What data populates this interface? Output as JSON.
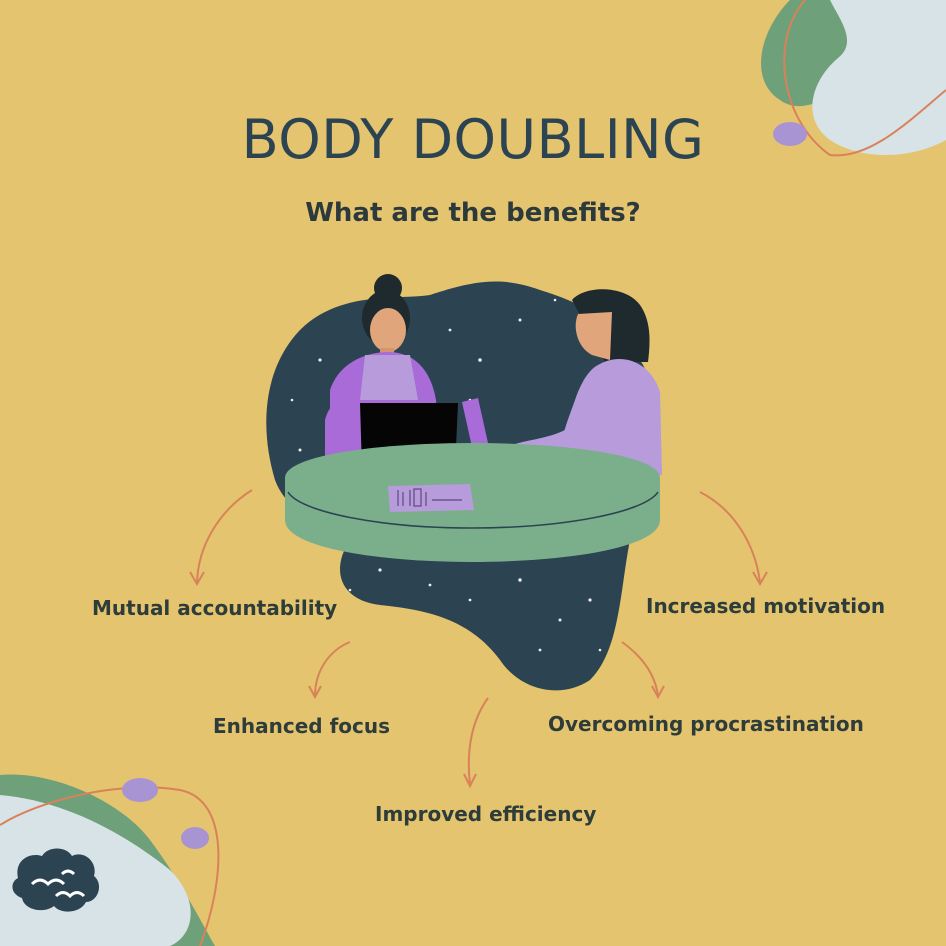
{
  "title": "BODY DOUBLING",
  "subtitle": "What are the benefits?",
  "benefits": [
    "Mutual accountability",
    "Increased motivation",
    "Enhanced focus",
    "Overcoming procrastination",
    "Improved efficiency"
  ],
  "colors": {
    "background": "#E4C46F",
    "navy": "#2C4452",
    "green": "#6EA07A",
    "light_blue": "#D8E3E8",
    "lavender": "#A893D3",
    "purple": "#A86BD8",
    "arrow": "#D9825A"
  },
  "icons": [
    "brain-logo-icon"
  ]
}
